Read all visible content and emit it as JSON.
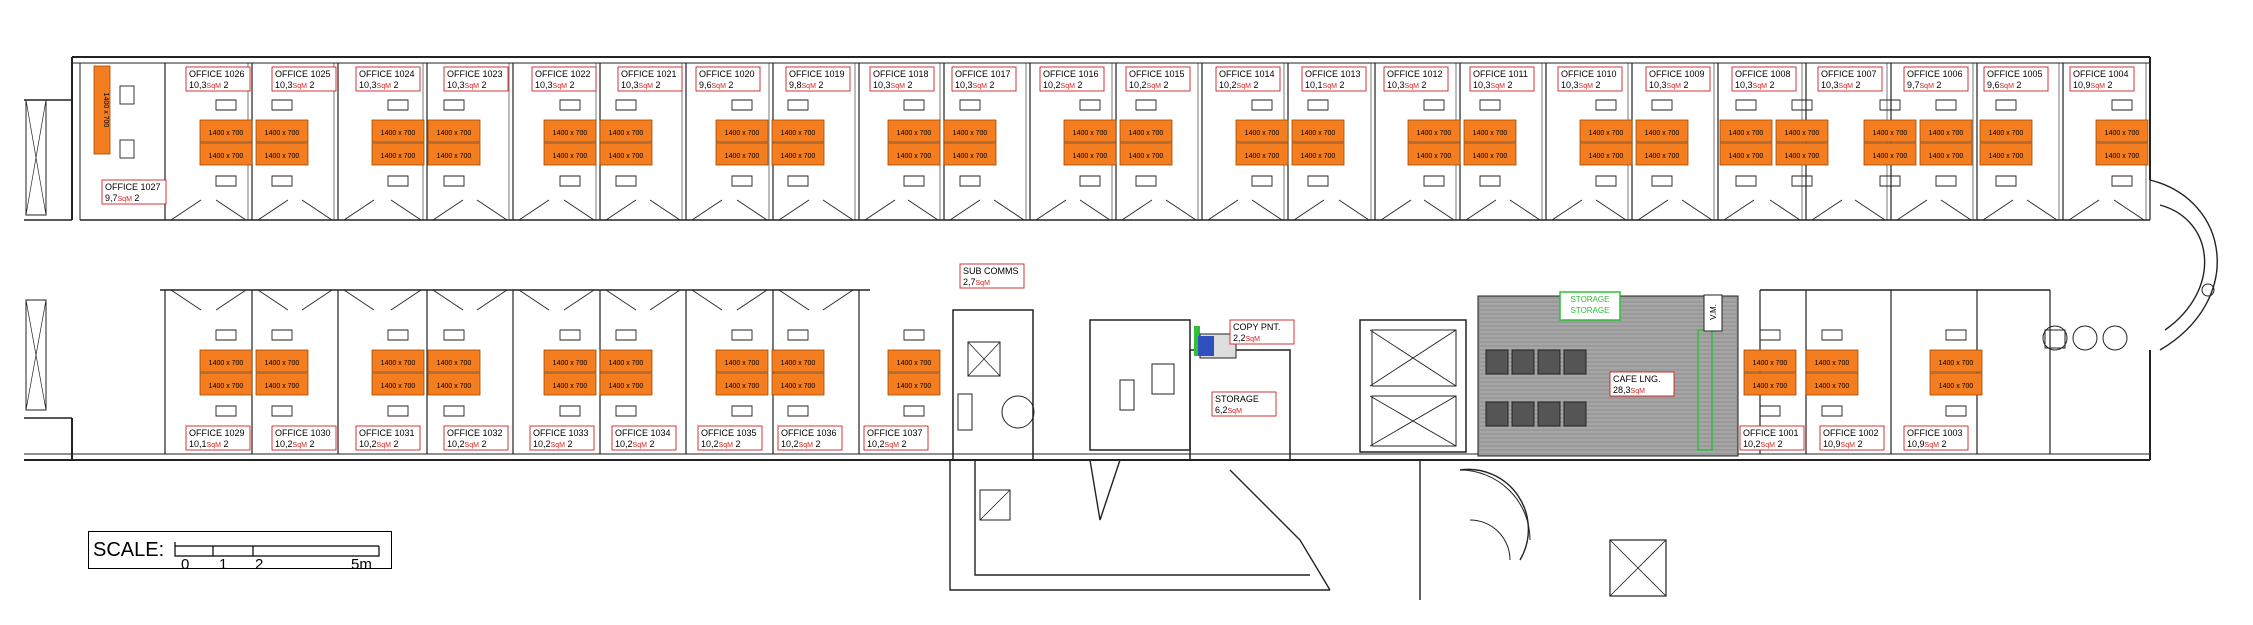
{
  "colors": {
    "desk": "#f47d20",
    "label": "#d21f1f",
    "green": "#2fbf3a",
    "wall": "#222222",
    "hatch": "#9a9a9a"
  },
  "top_offices": [
    {
      "name": "OFFICE 1026",
      "area": "10,3",
      "unit": "SqM",
      "occ": "2"
    },
    {
      "name": "OFFICE 1025",
      "area": "10,3",
      "unit": "SqM",
      "occ": "2"
    },
    {
      "name": "OFFICE 1024",
      "area": "10,3",
      "unit": "SqM",
      "occ": "2"
    },
    {
      "name": "OFFICE 1023",
      "area": "10,3",
      "unit": "SqM",
      "occ": "2"
    },
    {
      "name": "OFFICE 1022",
      "area": "10,3",
      "unit": "SqM",
      "occ": "2"
    },
    {
      "name": "OFFICE 1021",
      "area": "10,3",
      "unit": "SqM",
      "occ": "2"
    },
    {
      "name": "OFFICE 1020",
      "area": "9,6",
      "unit": "SqM",
      "occ": "2"
    },
    {
      "name": "OFFICE 1019",
      "area": "9,8",
      "unit": "SqM",
      "occ": "2"
    },
    {
      "name": "OFFICE 1018",
      "area": "10,3",
      "unit": "SqM",
      "occ": "2"
    },
    {
      "name": "OFFICE 1017",
      "area": "10,3",
      "unit": "SqM",
      "occ": "2"
    },
    {
      "name": "OFFICE 1016",
      "area": "10,2",
      "unit": "SqM",
      "occ": "2"
    },
    {
      "name": "OFFICE 1015",
      "area": "10,2",
      "unit": "SqM",
      "occ": "2"
    },
    {
      "name": "OFFICE 1014",
      "area": "10,2",
      "unit": "SqM",
      "occ": "2"
    },
    {
      "name": "OFFICE 1013",
      "area": "10,1",
      "unit": "SqM",
      "occ": "2"
    },
    {
      "name": "OFFICE 1012",
      "area": "10,3",
      "unit": "SqM",
      "occ": "2"
    },
    {
      "name": "OFFICE 1011",
      "area": "10,3",
      "unit": "SqM",
      "occ": "2"
    },
    {
      "name": "OFFICE 1010",
      "area": "10,3",
      "unit": "SqM",
      "occ": "2"
    },
    {
      "name": "OFFICE 1009",
      "area": "10,3",
      "unit": "SqM",
      "occ": "2"
    },
    {
      "name": "OFFICE 1008",
      "area": "10,3",
      "unit": "SqM",
      "occ": "2"
    },
    {
      "name": "OFFICE 1007",
      "area": "10,3",
      "unit": "SqM",
      "occ": "2"
    },
    {
      "name": "OFFICE 1006",
      "area": "9,7",
      "unit": "SqM",
      "occ": "2"
    },
    {
      "name": "OFFICE 1005",
      "area": "9,6",
      "unit": "SqM",
      "occ": "2"
    },
    {
      "name": "OFFICE 1004",
      "area": "10,9",
      "unit": "SqM",
      "occ": "2"
    }
  ],
  "office_1027": {
    "name": "OFFICE 1027",
    "area": "9,7",
    "unit": "SqM",
    "occ": "2"
  },
  "bottom_offices": [
    {
      "name": "OFFICE 1029",
      "area": "10,1",
      "unit": "SqM",
      "occ": "2"
    },
    {
      "name": "OFFICE 1030",
      "area": "10,2",
      "unit": "SqM",
      "occ": "2"
    },
    {
      "name": "OFFICE 1031",
      "area": "10,2",
      "unit": "SqM",
      "occ": "2"
    },
    {
      "name": "OFFICE 1032",
      "area": "10,2",
      "unit": "SqM",
      "occ": "2"
    },
    {
      "name": "OFFICE 1033",
      "area": "10,2",
      "unit": "SqM",
      "occ": "2"
    },
    {
      "name": "OFFICE 1034",
      "area": "10,2",
      "unit": "SqM",
      "occ": "2"
    },
    {
      "name": "OFFICE 1035",
      "area": "10,2",
      "unit": "SqM",
      "occ": "2"
    },
    {
      "name": "OFFICE 1036",
      "area": "10,2",
      "unit": "SqM",
      "occ": "2"
    },
    {
      "name": "OFFICE 1037",
      "area": "10,2",
      "unit": "SqM",
      "occ": "2"
    },
    {
      "name": "OFFICE 1001",
      "area": "10,2",
      "unit": "SqM",
      "occ": "2"
    },
    {
      "name": "OFFICE 1002",
      "area": "10,9",
      "unit": "SqM",
      "occ": "2"
    },
    {
      "name": "OFFICE 1003",
      "area": "10,9",
      "unit": "SqM",
      "occ": "2"
    }
  ],
  "desk_label": "1400 x 700",
  "side_desk_label": "1400 x 700",
  "rooms": {
    "sub_comms": {
      "name": "SUB COMMS",
      "area": "2,7",
      "unit": "SqM"
    },
    "copy_pnt": {
      "name": "COPY PNT.",
      "area": "2,2",
      "unit": "SqM"
    },
    "storage": {
      "name": "STORAGE",
      "area": "6,2",
      "unit": "SqM"
    },
    "cafe": {
      "name": "CAFE LNG.",
      "area": "28,3",
      "unit": "SqM"
    },
    "green_storage": {
      "line1": "STORAGE",
      "line2": "STORAGE"
    },
    "vm": "V.M."
  },
  "scale": {
    "title": "SCALE:",
    "ticks": [
      "0",
      "1",
      "2",
      "5m"
    ]
  }
}
